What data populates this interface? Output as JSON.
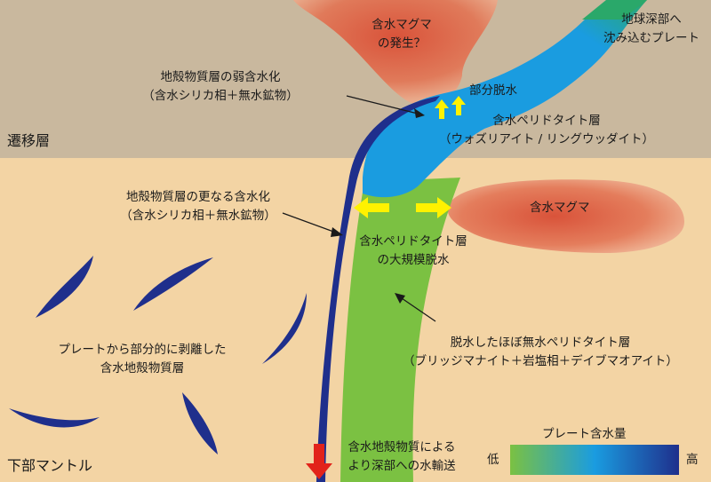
{
  "labels": {
    "magma_top": [
      "含水マグマ",
      "の発生？"
    ],
    "deep_plate": [
      "地球深部へ",
      "沈み込むプレート"
    ],
    "weak_hydration": [
      "地殻物質層の弱含水化",
      "（含水シリカ相＋無水鉱物）"
    ],
    "partial_dehydration": "部分脱水",
    "peridotite_layer": [
      "含水ペリドタイト層",
      "（ウォズリアイト / リングウッダイト）"
    ],
    "transition_zone": "遷移層",
    "further_hydration": [
      "地殻物質層の更なる含水化",
      "（含水シリカ相＋無水鉱物）"
    ],
    "magma_right": "含水マグマ",
    "large_dehydration": [
      "含水ペリドタイト層",
      "の大規模脱水"
    ],
    "anhydrous": [
      "脱水したほぼ無水ペリドタイト層",
      "（ブリッジマナイト＋岩塩相＋デイブマオアイト）"
    ],
    "delaminated": [
      "プレートから部分的に剥離した",
      "含水地殻物質層"
    ],
    "deep_transport": [
      "含水地殻物質による",
      "より深部への水輸送"
    ],
    "lower_mantle": "下部マントル",
    "legend_title": "プレート含水量",
    "legend_low": "低",
    "legend_high": "高"
  },
  "colors": {
    "transition_zone_bg": "#c9b89e",
    "lower_mantle_bg": "#f3d4a4",
    "green": "#7bc142",
    "blue": "#1a9ce0",
    "navy": "#1f2f8c",
    "magma": "#d9533a",
    "arrow_yellow": "#fff200",
    "arrow_red": "#e2231a"
  }
}
